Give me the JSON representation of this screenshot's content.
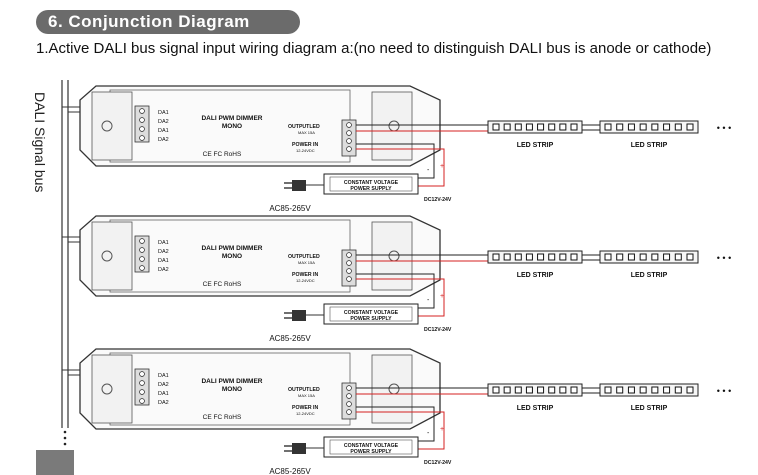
{
  "section_title": "6. Conjunction Diagram",
  "subtitle": "1.Active DALI bus signal input wiring diagram a:(no need to distinguish DALI bus is anode or  cathode)",
  "bus_label": "DALI Signal bus",
  "dimmer": {
    "title_line1": "DALI PWM DIMMER",
    "title_line2": "MONO",
    "inputs": [
      "DA1",
      "DA2",
      "DA1",
      "DA2"
    ],
    "output_label": "OUTPUTLED",
    "output_rating": "MAX 15A",
    "power_label": "POWER IN",
    "power_rating": "12-24VDC",
    "certs": "CE FC RoHS"
  },
  "psu_line1": "CONSTANT VOLTAGE",
  "psu_line2": "POWER SUPPLY",
  "psu_voltage": "DC12V-24V",
  "ac_label": "AC85-265V",
  "strip_label": "LED STRIP",
  "ellipsis": "• • •",
  "colors": {
    "pill": "#6b6b6b",
    "wire_red": "#d42020",
    "wire_black": "#222222",
    "line": "#333333"
  }
}
